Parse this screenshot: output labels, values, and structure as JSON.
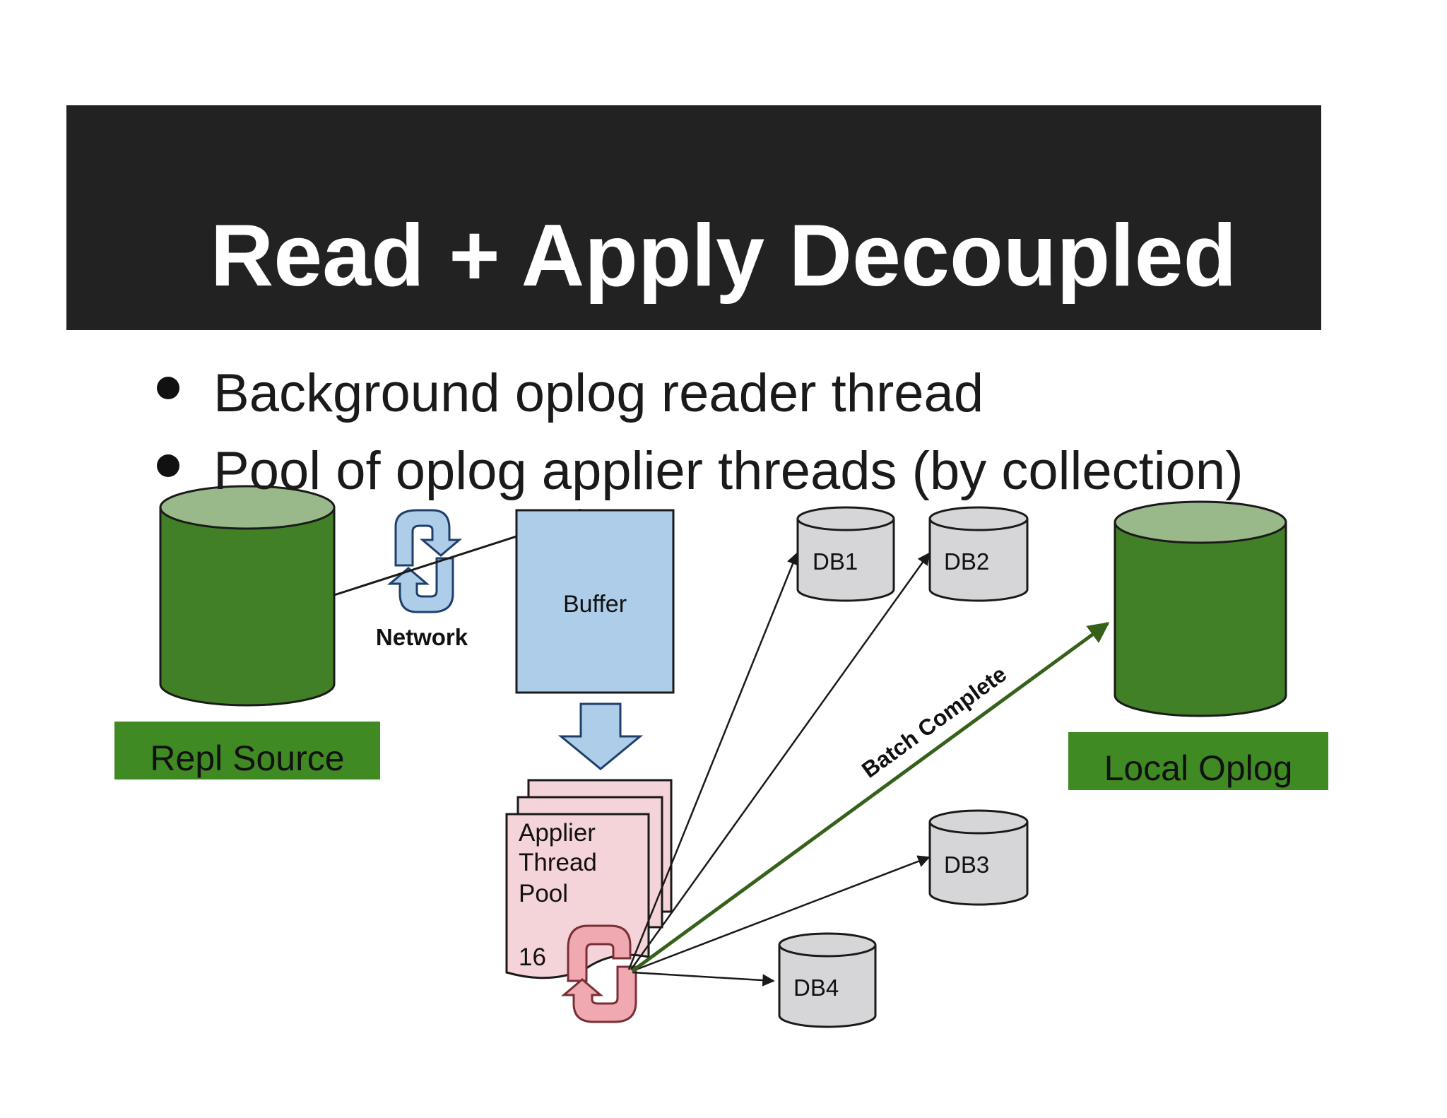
{
  "slide": {
    "title": "Read + Apply Decoupled",
    "bullets": [
      "Background oplog reader thread",
      "Pool of oplog applier threads (by collection)"
    ]
  },
  "diagram": {
    "repl_source_label": "Repl Source",
    "network_label": "Network",
    "buffer_label": "Buffer",
    "applier_pool_lines": [
      "Applier",
      "Thread",
      "Pool"
    ],
    "applier_pool_count": "16",
    "db_labels": [
      "DB1",
      "DB2",
      "DB3",
      "DB4"
    ],
    "batch_complete_label": "Batch Complete",
    "local_oplog_label": "Local Oplog",
    "colors": {
      "title_bg": "#222222",
      "db_green": "#418026",
      "db_green_top": "#99b98a",
      "label_green": "#3f8a23",
      "buffer_blue": "#aecde8",
      "pool_pink": "#f4d4d8",
      "pool_icon": "#f0a9b0",
      "db_gray": "#d6d6d8",
      "arrow_green": "#35611a"
    }
  }
}
